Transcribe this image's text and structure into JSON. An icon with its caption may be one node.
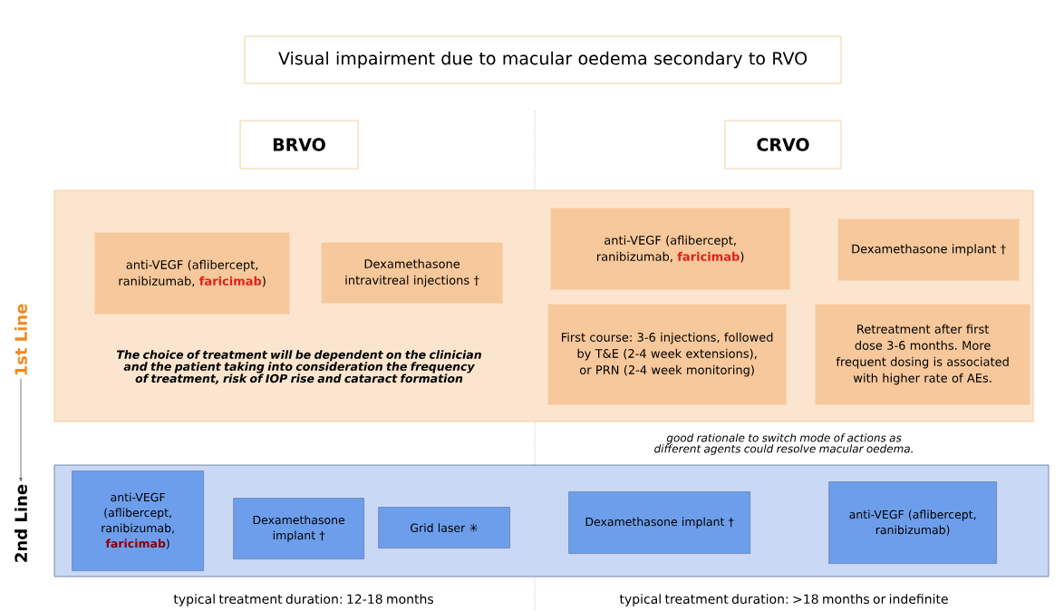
{
  "diagram": {
    "nodes": [
      {
        "text": [
          "Visual impairment due to macular oedema secondary to RVO"
        ]
      },
      {
        "text": [
          "BRVO"
        ]
      },
      {
        "text": [
          "CRVO"
        ]
      },
      {
        "text": [],
        "shape": "box"
      },
      {
        "text": [
          "anti-VEGF (aflibercept, ranibizumab, **faricimab**)"
        ],
        "in": 3
      },
      {
        "text": [
          "Dexamethasone intravitreal injections †"
        ],
        "in": 3
      },
      {
        "text": [
          "anti-VEGF (aflibercept, ranibizumab, **faricimab**)"
        ],
        "in": 3
      },
      {
        "text": [
          "Dexamethasone implant †"
        ],
        "in": 3
      },
      {
        "text": [
          "First course: 3-6 injections, followed by T&E (2-4 week extensions), or PRN (2-4 week monitoring)"
        ],
        "in": 3
      },
      {
        "text": [
          "Retreatment after first dose 3-6 months. More frequent dosing is associated with higher rate of AEs."
        ],
        "in": 3
      },
      {
        "text": [],
        "shape": "box"
      },
      {
        "text": [
          "anti-VEGF (aflibercept, ranibizumab, **faricimab**)"
        ],
        "in": 10
      },
      {
        "text": [
          "Dexamethasone implant †"
        ],
        "in": 10
      },
      {
        "text": [
          "Grid laser ✳"
        ],
        "in": 10
      },
      {
        "text": [
          "Dexamethasone implant †"
        ],
        "in": 10
      },
      {
        "text": [
          "anti-VEGF (aflibercept, ranibizumab)"
        ],
        "in": 10
      },
      {
        "text": [
          "1st Line"
        ]
      },
      {
        "text": [
          "2nd Line"
        ]
      }
    ],
    "edges": [
      {
        "from": 16,
        "to": 17,
        "arrow": "to"
      }
    ],
    "labels": [
      "The choice of treatment will be dependent on the clinician and the patient taking into consideration the frequency of treatment, risk of IOP rise and cataract formation",
      "good rationale to switch mode of actions as different agents could resolve macular oedema.",
      "typical treatment duration: 12-18 months",
      "typical treatment duration: >18 months or indefinite"
    ]
  }
}
